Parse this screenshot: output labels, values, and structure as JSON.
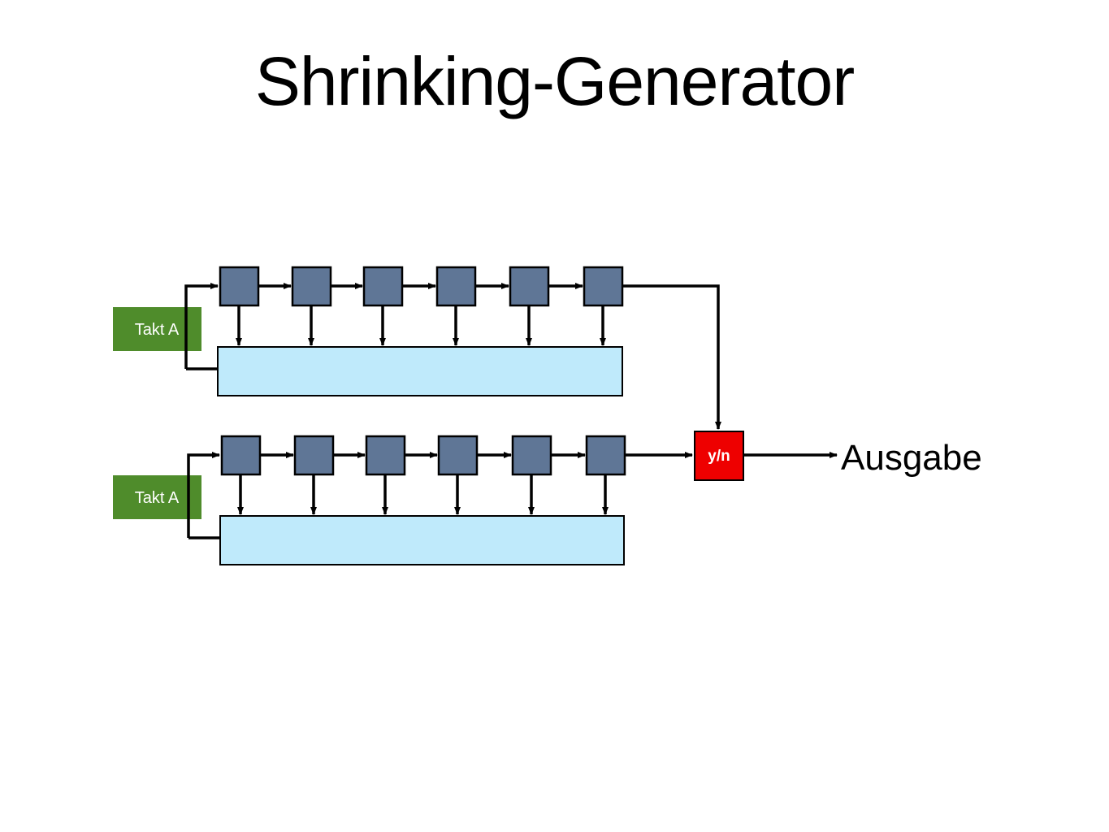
{
  "title": "Shrinking-Generator",
  "registers": [
    {
      "clock_label": "Takt A",
      "cell_count": 6
    },
    {
      "clock_label": "Takt A",
      "cell_count": 6
    }
  ],
  "selector": {
    "label": "y/n"
  },
  "output": {
    "label": "Ausgabe"
  },
  "colors": {
    "cell": "#5f7696",
    "feedback_box": "#bfeafb",
    "clock_box": "#4f8c2b",
    "selector_box": "#ee0000",
    "line": "#000000"
  }
}
